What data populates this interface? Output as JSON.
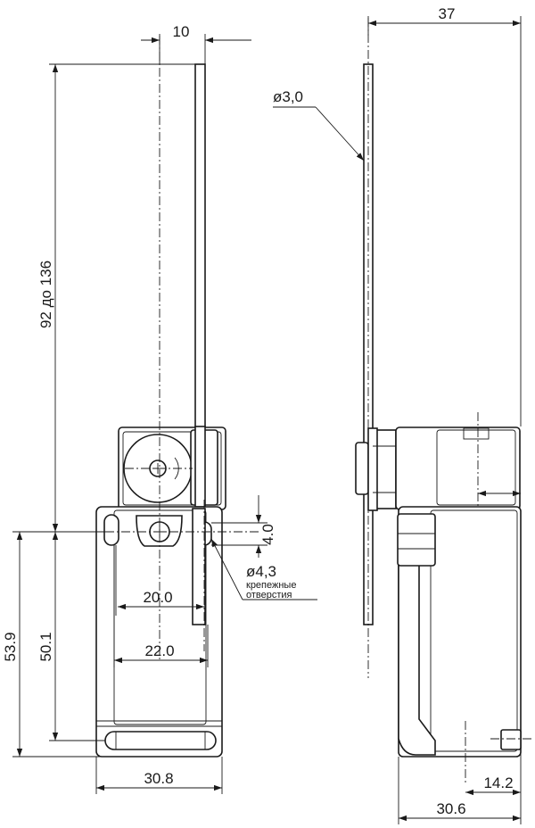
{
  "front_view": {
    "dim_lever_offset": "10",
    "dim_lever_length": "92 до 136",
    "dim_mount_vertical": "4.0",
    "hole_diameter": "ø4,3",
    "hole_note_line1": "крепежные",
    "hole_note_line2": "отверстия",
    "dim_hole_spacing_inner": "20.0",
    "dim_hole_spacing_outer": "22.0",
    "dim_total_height": "53.9",
    "dim_hole_height": "50.1",
    "dim_body_width": "30.8"
  },
  "side_view": {
    "dim_lever_reach": "37",
    "rod_diameter": "ø3,0",
    "dim_body_offset": "14.2",
    "dim_body_depth": "30.6"
  }
}
